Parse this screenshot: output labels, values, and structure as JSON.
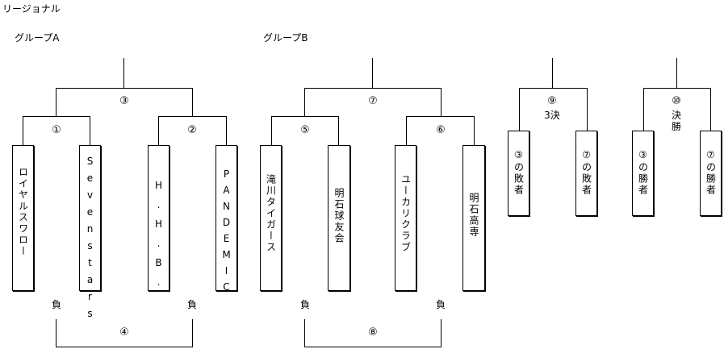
{
  "title": "リージョナル",
  "groupA": {
    "label": "グループA",
    "teams": [
      "ロイヤルスワロー",
      "Sevenstars",
      "H.H.B.",
      "PANDEMIC"
    ],
    "match1": "①",
    "match2": "②",
    "match3": "③",
    "match4": "④",
    "loser_left": "負",
    "loser_right": "負"
  },
  "groupB": {
    "label": "グループB",
    "teams": [
      "滝川タイガース",
      "明石球友会",
      "ユーカリクラブ",
      "明石高専"
    ],
    "match5": "⑤",
    "match6": "⑥",
    "match7": "⑦",
    "match8": "⑧",
    "loser_left": "負",
    "loser_right": "負"
  },
  "third_place": {
    "match": "⑨",
    "label": "3決",
    "left": "③の敗者",
    "right": "⑦の敗者"
  },
  "final": {
    "match": "⑩",
    "label": "決勝",
    "left": "③の勝者",
    "right": "⑦の勝者"
  }
}
